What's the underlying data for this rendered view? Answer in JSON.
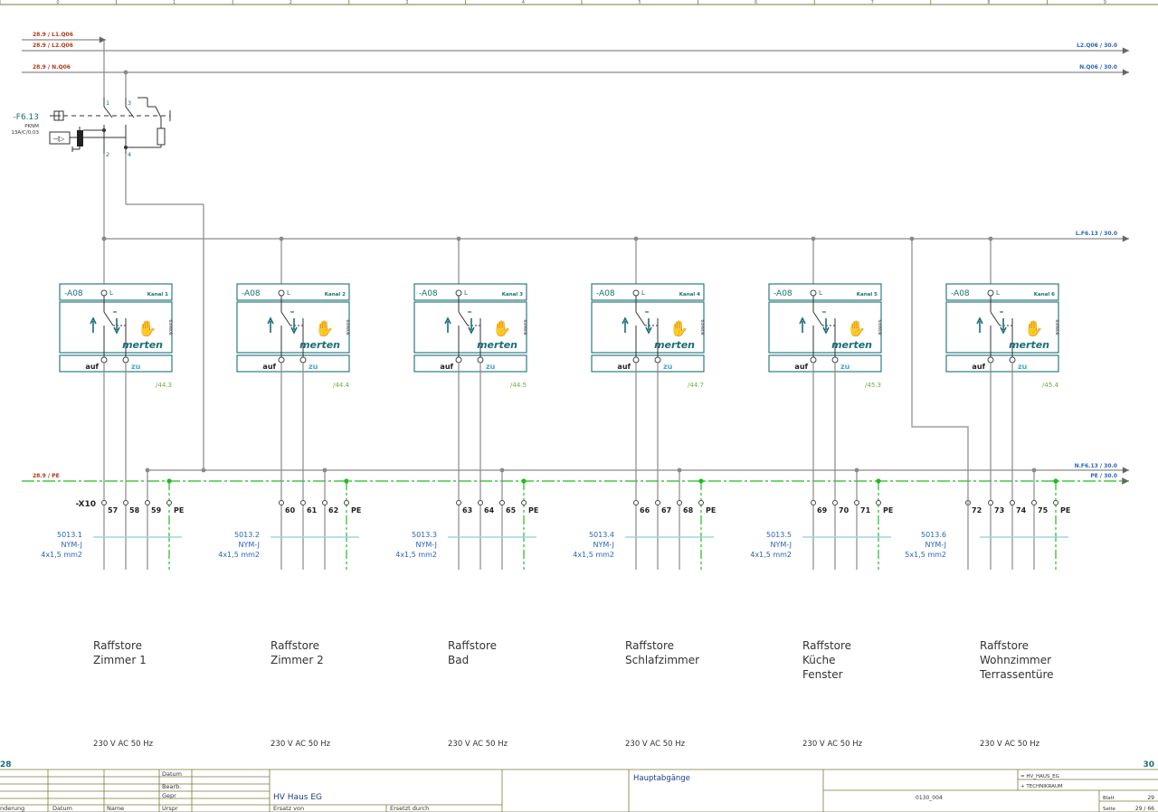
{
  "colors": {
    "wire": "#8a8a8a",
    "wire_dark": "#5a5a5a",
    "pe": "#22bb22",
    "blue_text": "#2a64b8",
    "red_text": "#b33a1a",
    "teal": "#1a6e78",
    "green_ref": "#7aa73a",
    "cable": "#9fd6e6",
    "frame": "#7a7a3a"
  },
  "top_ruler": [
    "0",
    "1",
    "2",
    "3",
    "4",
    "5",
    "6",
    "7",
    "8",
    "9"
  ],
  "rails": {
    "l1": {
      "left": "28.9 / L1.Q06"
    },
    "l2": {
      "left": "28.9 / L2.Q06",
      "right": "L2.Q06 / 30.0"
    },
    "n": {
      "left": "28.9 / N.Q06",
      "right": "N.Q06 / 30.0"
    },
    "lf": {
      "right": "L.F6.13 / 30.0"
    },
    "nf": {
      "right": "N.F6.13 / 30.0"
    },
    "pe": {
      "left": "28.9 / PE",
      "right": "PE / 30.0"
    }
  },
  "breaker": {
    "tag": "-F6.13",
    "type": "PKNM",
    "rating": "13A/C/0,03",
    "pins": [
      "1",
      "3",
      "2",
      "4"
    ]
  },
  "actuator": {
    "tag": "-A08",
    "l": "L",
    "brand": "merten",
    "side": "649808",
    "up": "auf",
    "down": "zu"
  },
  "terminal_strip": "-X10",
  "pe_label": "PE",
  "channels": [
    {
      "kanal": "Kanal 1",
      "ref": "/44.3",
      "terms": [
        "57",
        "58",
        "59"
      ],
      "cable": "5013.1",
      "cable_type": "NYM-J",
      "cable_size": "4x1,5 mm2",
      "desc": [
        "Raffstore",
        "Zimmer 1"
      ],
      "voltage": "230 V AC 50 Hz"
    },
    {
      "kanal": "Kanal 2",
      "ref": "/44.4",
      "terms": [
        "60",
        "61",
        "62"
      ],
      "cable": "5013.2",
      "cable_type": "NYM-J",
      "cable_size": "4x1,5 mm2",
      "desc": [
        "Raffstore",
        "Zimmer 2"
      ],
      "voltage": "230 V AC 50 Hz"
    },
    {
      "kanal": "Kanal 3",
      "ref": "/44.5",
      "terms": [
        "63",
        "64",
        "65"
      ],
      "cable": "5013.3",
      "cable_type": "NYM-J",
      "cable_size": "4x1,5 mm2",
      "desc": [
        "Raffstore",
        "Bad"
      ],
      "voltage": "230 V AC 50 Hz"
    },
    {
      "kanal": "Kanal 4",
      "ref": "/44.7",
      "terms": [
        "66",
        "67",
        "68"
      ],
      "cable": "5013.4",
      "cable_type": "NYM-J",
      "cable_size": "4x1,5 mm2",
      "desc": [
        "Raffstore",
        "Schlafzimmer"
      ],
      "voltage": "230 V AC 50 Hz"
    },
    {
      "kanal": "Kanal 5",
      "ref": "/45.3",
      "terms": [
        "69",
        "70",
        "71"
      ],
      "cable": "5013.5",
      "cable_type": "NYM-J",
      "cable_size": "4x1,5 mm2",
      "desc": [
        "Raffstore",
        "Küche",
        "Fenster"
      ],
      "voltage": "230 V AC 50 Hz"
    },
    {
      "kanal": "Kanal 6",
      "ref": "/45.4",
      "terms": [
        "72",
        "73",
        "74",
        "75"
      ],
      "cable": "5013.6",
      "cable_type": "NYM-J",
      "cable_size": "5x1,5 mm2",
      "desc": [
        "Raffstore",
        "Wohnzimmer",
        "Terrassentüre"
      ],
      "voltage": "230 V AC 50 Hz"
    }
  ],
  "page_prev": "28",
  "page_next": "30",
  "title_block": {
    "datum": "Datum",
    "bearb": "Bearb.",
    "gepr": "Gepr",
    "urspr": "Urspr",
    "aenderung": "nderung",
    "datum_col": "Datum",
    "name_col": "Name",
    "project": "HV Haus EG",
    "ersatz_von": "Ersatz von",
    "ersetzt_durch": "Ersetzt durch",
    "function": "Hauptabgänge",
    "drawing_no": "0130_004",
    "location1": "= HV_HAUS_EG",
    "location2": "+ TECHNIKRAUM",
    "blatt_label": "Blatt",
    "blatt": "29",
    "seite_label": "Seite",
    "seite": "29 / 66"
  }
}
